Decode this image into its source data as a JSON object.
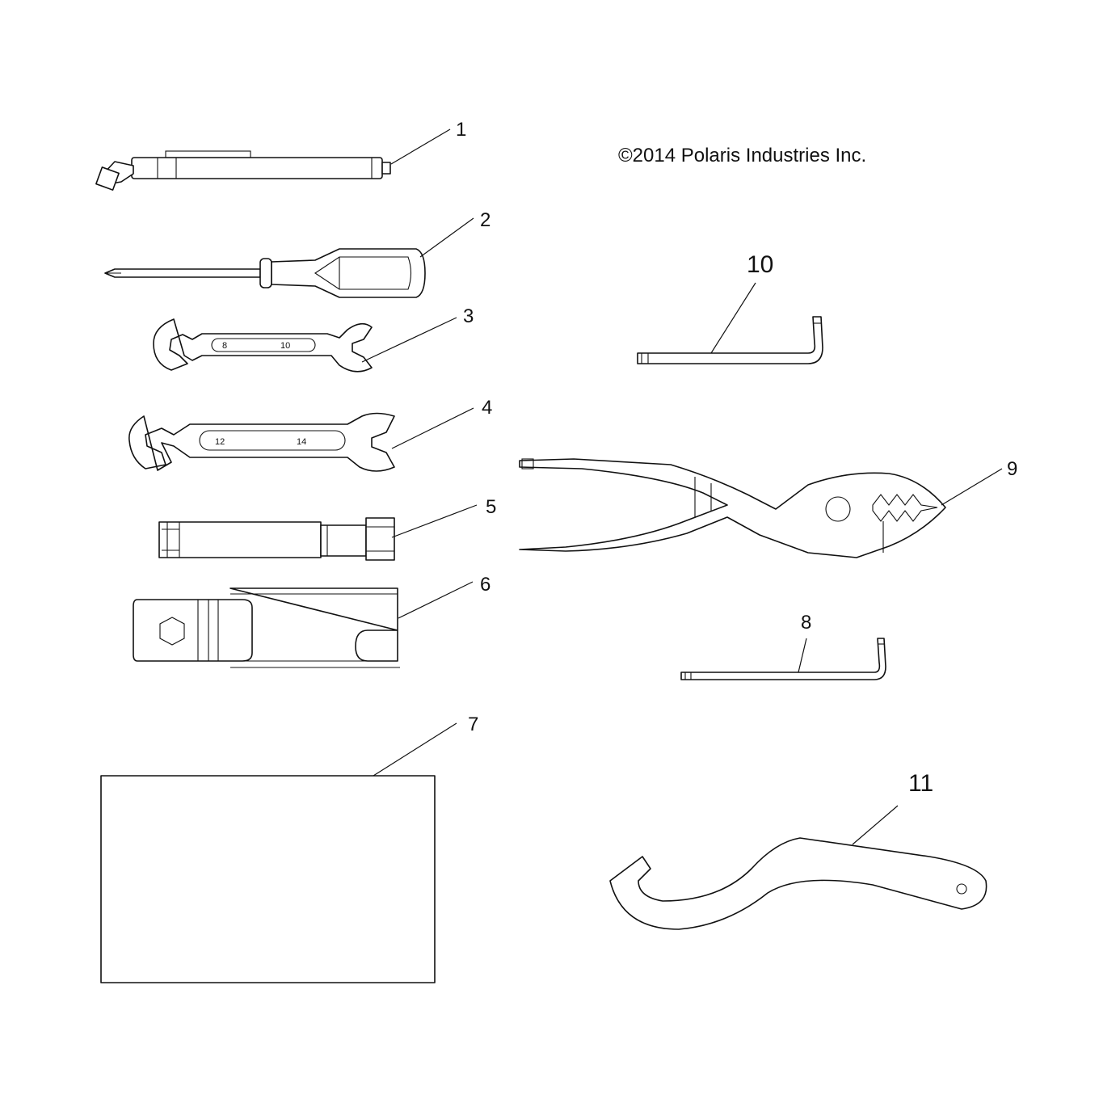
{
  "copyright": "©2014 Polaris Industries Inc.",
  "wrench_small_marks": [
    "8",
    "10"
  ],
  "wrench_large_marks": [
    "12",
    "14"
  ],
  "callouts": [
    {
      "label": "1"
    },
    {
      "label": "2"
    },
    {
      "label": "3"
    },
    {
      "label": "4"
    },
    {
      "label": "5"
    },
    {
      "label": "6"
    },
    {
      "label": "7"
    },
    {
      "label": "8"
    },
    {
      "label": "9"
    },
    {
      "label": "10"
    },
    {
      "label": "11"
    }
  ]
}
